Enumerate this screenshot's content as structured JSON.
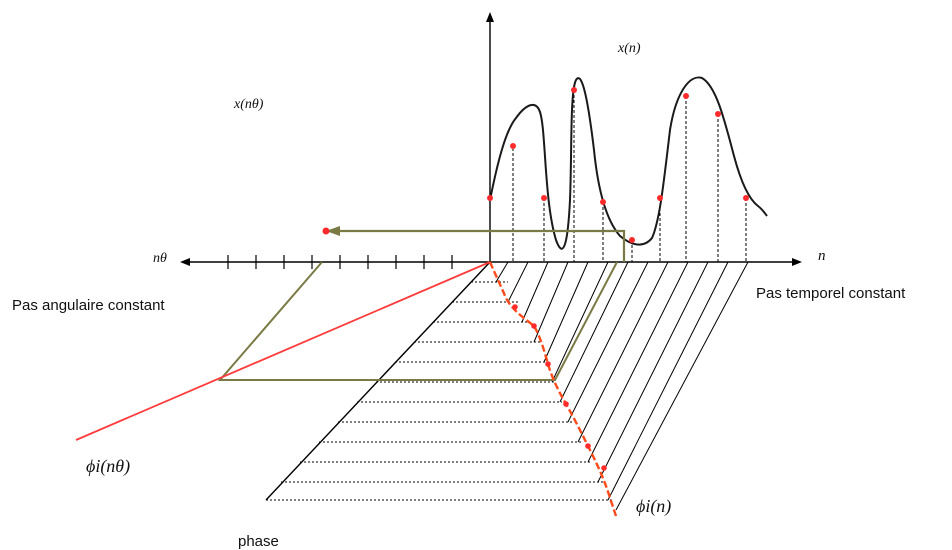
{
  "labels": {
    "x_of_n": "x(n)",
    "x_of_ntheta": "x(nθ)",
    "n_theta_axis": "nθ",
    "n_axis": "n",
    "pas_angulaire": "Pas angulaire constant",
    "pas_temporel": "Pas temporel constant",
    "phi_ntheta": "ϕi(nθ)",
    "phi_n": "ϕi(n)",
    "phase": "phase"
  },
  "colors": {
    "axis": "#000000",
    "signal": "#1a1a1a",
    "sample_point": "#ff2a2a",
    "phase_curve": "#ff4a1a",
    "projection_line": "#ff3b3b",
    "mapping_path": "#7a7a45",
    "dashed_guides": "#000000"
  }
}
